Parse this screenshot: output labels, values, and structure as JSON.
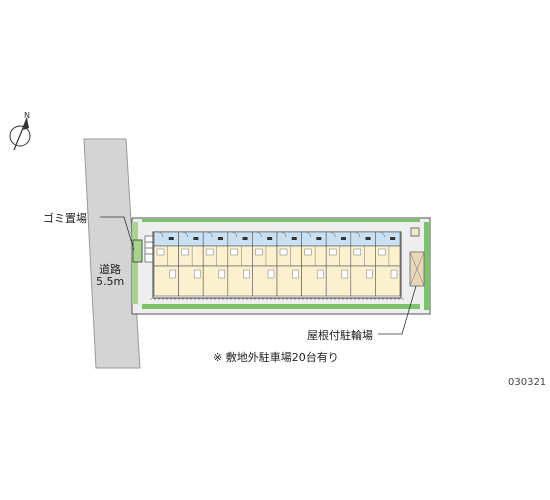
{
  "labels": {
    "garbage": "ゴミ置場",
    "road_name": "道路",
    "road_width": "5.5m",
    "bike_parking": "屋根付駐輪場",
    "parking_note": "※ 敷地外駐車場20台有り",
    "code": "030321"
  },
  "colors": {
    "road": "#d4d4d4",
    "site": "#eeeeee",
    "balcony": "#c9dff2",
    "room": "#fbf1cf",
    "green": "#7cc36b",
    "line": "#555555"
  },
  "layout": {
    "unit_count": 10
  }
}
